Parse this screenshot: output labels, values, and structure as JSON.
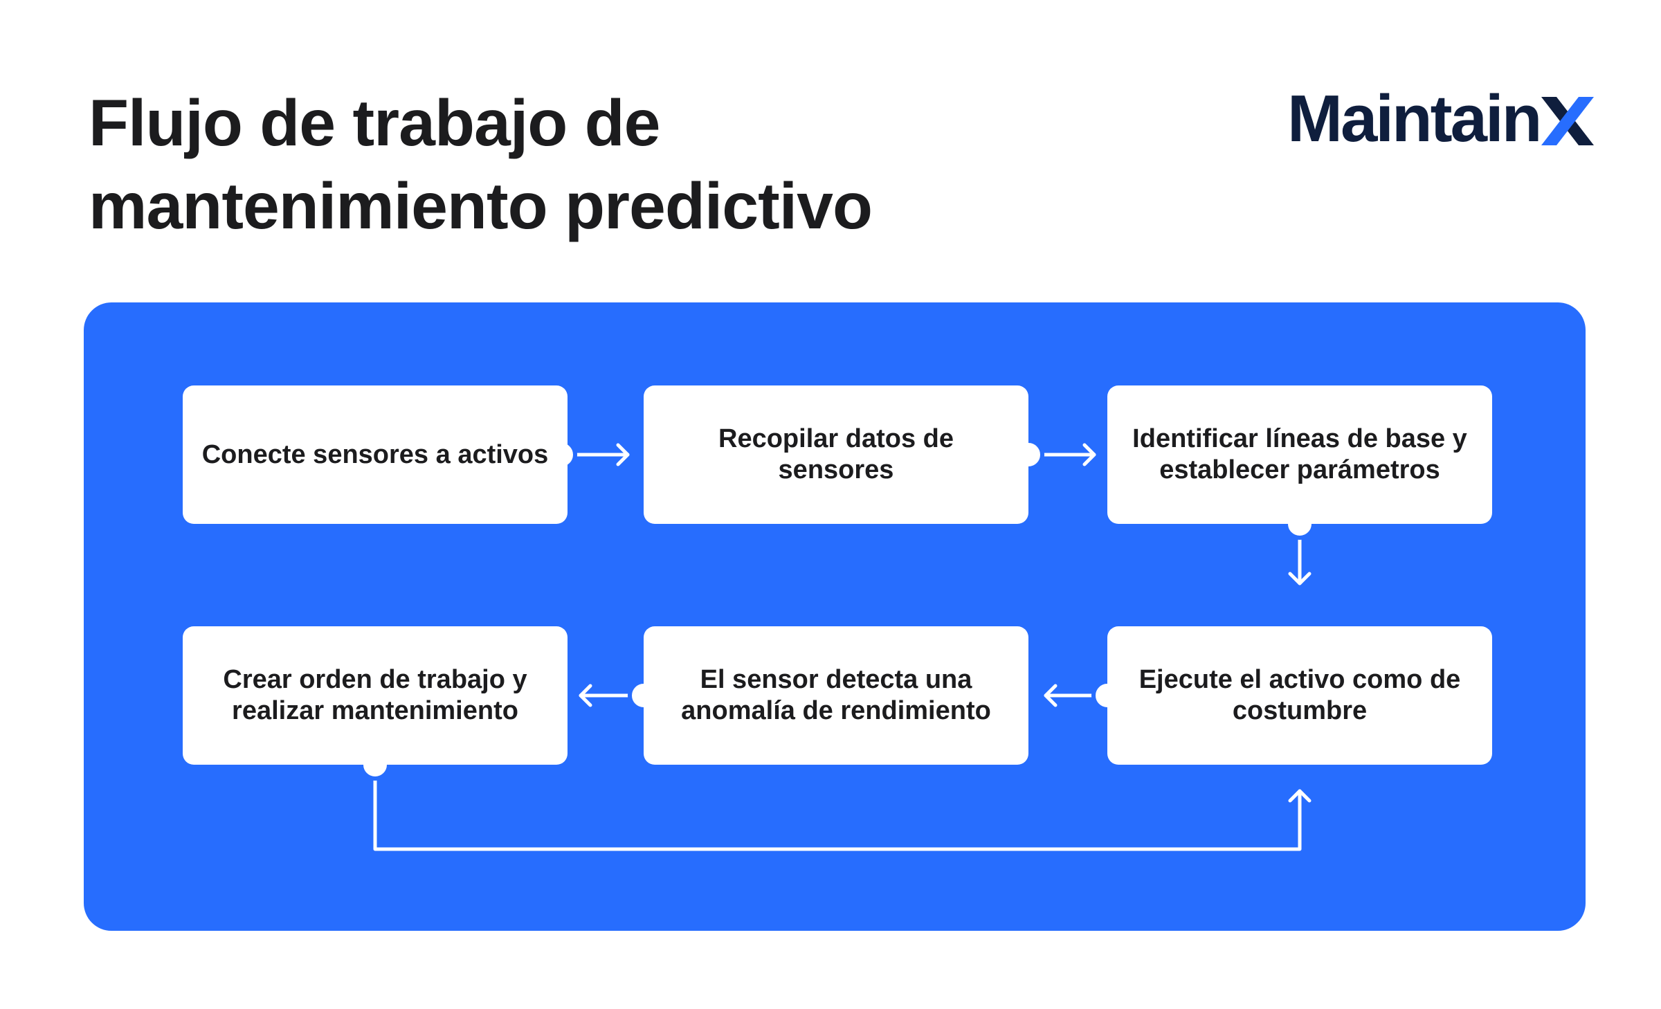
{
  "header": {
    "title_line1": "Flujo de trabajo de",
    "title_line2": "mantenimiento predictivo",
    "logo_text": "Maintain",
    "logo_mark": "x-logo-mark"
  },
  "colors": {
    "panel": "#276dfe",
    "card": "#ffffff",
    "text": "#1c1c1e",
    "logo_text": "#0f1e3d",
    "logo_mark": "#276dfe"
  },
  "steps": [
    {
      "id": "1",
      "label": "Conecte sensores a activos"
    },
    {
      "id": "2",
      "label": "Recopilar datos de sensores"
    },
    {
      "id": "3",
      "label": "Identificar líneas de base y establecer parámetros"
    },
    {
      "id": "4",
      "label": "Ejecute el activo como de costumbre"
    },
    {
      "id": "5",
      "label": "El sensor detecta una anomalía de rendimiento"
    },
    {
      "id": "6",
      "label": "Crear orden de trabajo y realizar mantenimiento"
    }
  ],
  "flow": [
    {
      "from": "1",
      "to": "2",
      "icon": "arrow-right-icon"
    },
    {
      "from": "2",
      "to": "3",
      "icon": "arrow-right-icon"
    },
    {
      "from": "3",
      "to": "4",
      "icon": "arrow-down-icon"
    },
    {
      "from": "4",
      "to": "5",
      "icon": "arrow-left-icon"
    },
    {
      "from": "5",
      "to": "6",
      "icon": "arrow-left-icon"
    },
    {
      "from": "6",
      "to": "4",
      "icon": "arrow-up-icon"
    }
  ]
}
